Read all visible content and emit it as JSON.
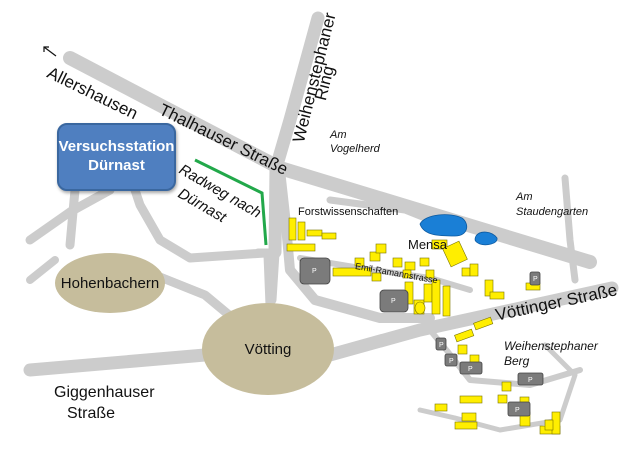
{
  "map": {
    "places": {
      "allershausen": "Allershausen",
      "thalhauser": "Thalhauser Straße",
      "weihenstephaner_ring_1": "Weihenstephaner",
      "weihenstephaner_ring_2": "Ring",
      "am_vogelherd_1": "Am",
      "am_vogelherd_2": "Vogelherd",
      "am_staudengarten_1": "Am",
      "am_staudengarten_2": "Staudengarten",
      "forstwissenschaften": "Forstwissenschaften",
      "mensa": "Mensa",
      "emil_ramann": "Emil-Ramannstrasse",
      "voettinger_strasse": "Vöttinger Straße",
      "weihenstephaner_berg_1": "Weihenstephaner",
      "weihenstephaner_berg_2": "Berg",
      "giggenhauser_1": "Giggenhauser",
      "giggenhauser_2": "Straße",
      "radweg_1": "Radweg nach",
      "radweg_2": "Dürnast",
      "hohenbachern": "Hohenbachern",
      "voetting": "Vötting"
    },
    "station": {
      "line1": "Versuchsstation",
      "line2": "Dürnast"
    },
    "parking_label": "P",
    "colors": {
      "road": "#cccccc",
      "station_fill": "#4f7fc0",
      "town_fill": "#c6bd9c",
      "bike_path": "#22a84a",
      "building": "#ffee00",
      "building_outline": "#7a7400",
      "parking": "#7b7b7b",
      "water": "#1a7fd6"
    }
  }
}
